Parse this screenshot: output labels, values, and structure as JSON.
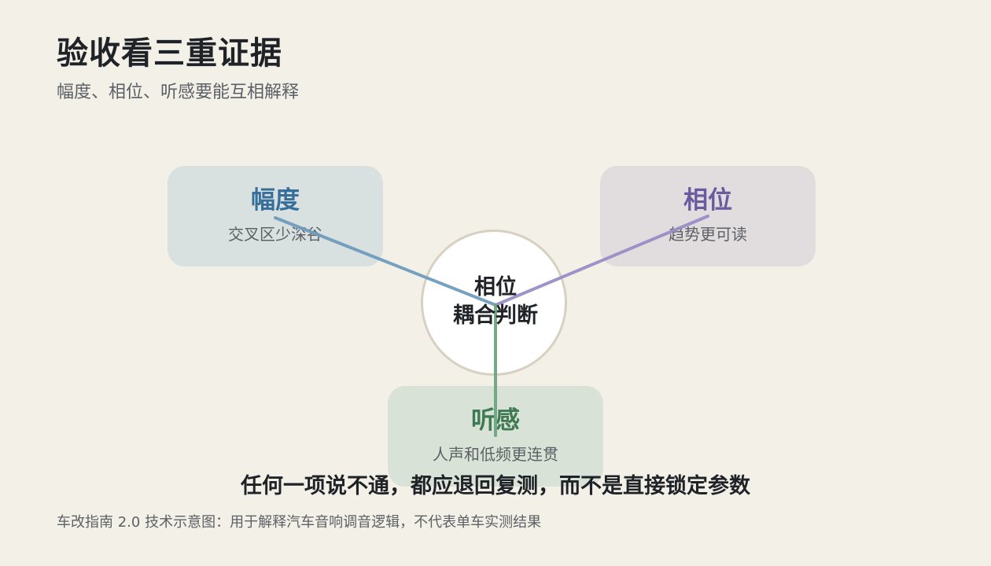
{
  "header": {
    "title": "验收看三重证据",
    "subtitle": "幅度、相位、听感要能互相解释"
  },
  "center": {
    "line1": "相位",
    "line2": "耦合判断"
  },
  "cards": {
    "amplitude": {
      "title": "幅度",
      "subtitle": "交叉区少深谷",
      "color": "#366f9b"
    },
    "phase": {
      "title": "相位",
      "subtitle": "趋势更可读",
      "color": "#6a5aa0"
    },
    "listening": {
      "title": "听感",
      "subtitle": "人声和低频更连贯",
      "color": "#3f7a52"
    }
  },
  "conclusion": "任何一项说不通，都应退回复测，而不是直接锁定参数",
  "footnote": "车改指南 2.0 技术示意图：用于解释汽车音响调音逻辑，不代表单车实测结果"
}
